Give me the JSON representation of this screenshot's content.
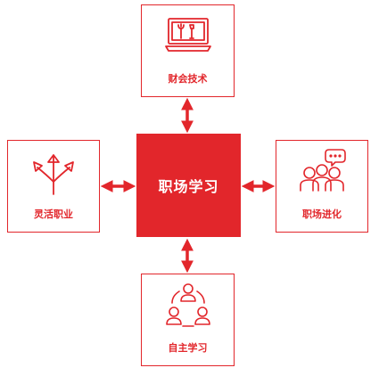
{
  "center": {
    "label": "职场学习"
  },
  "nodes": {
    "top": {
      "label": "财会技术",
      "icon": "laptop-tools-icon"
    },
    "left": {
      "label": "灵活职业",
      "icon": "diverging-arrows-icon"
    },
    "right": {
      "label": "职场进化",
      "icon": "team-discussion-icon"
    },
    "bottom": {
      "label": "自主学习",
      "icon": "people-cycle-icon"
    }
  },
  "colors": {
    "accent": "#e2262b",
    "background": "#ffffff"
  }
}
